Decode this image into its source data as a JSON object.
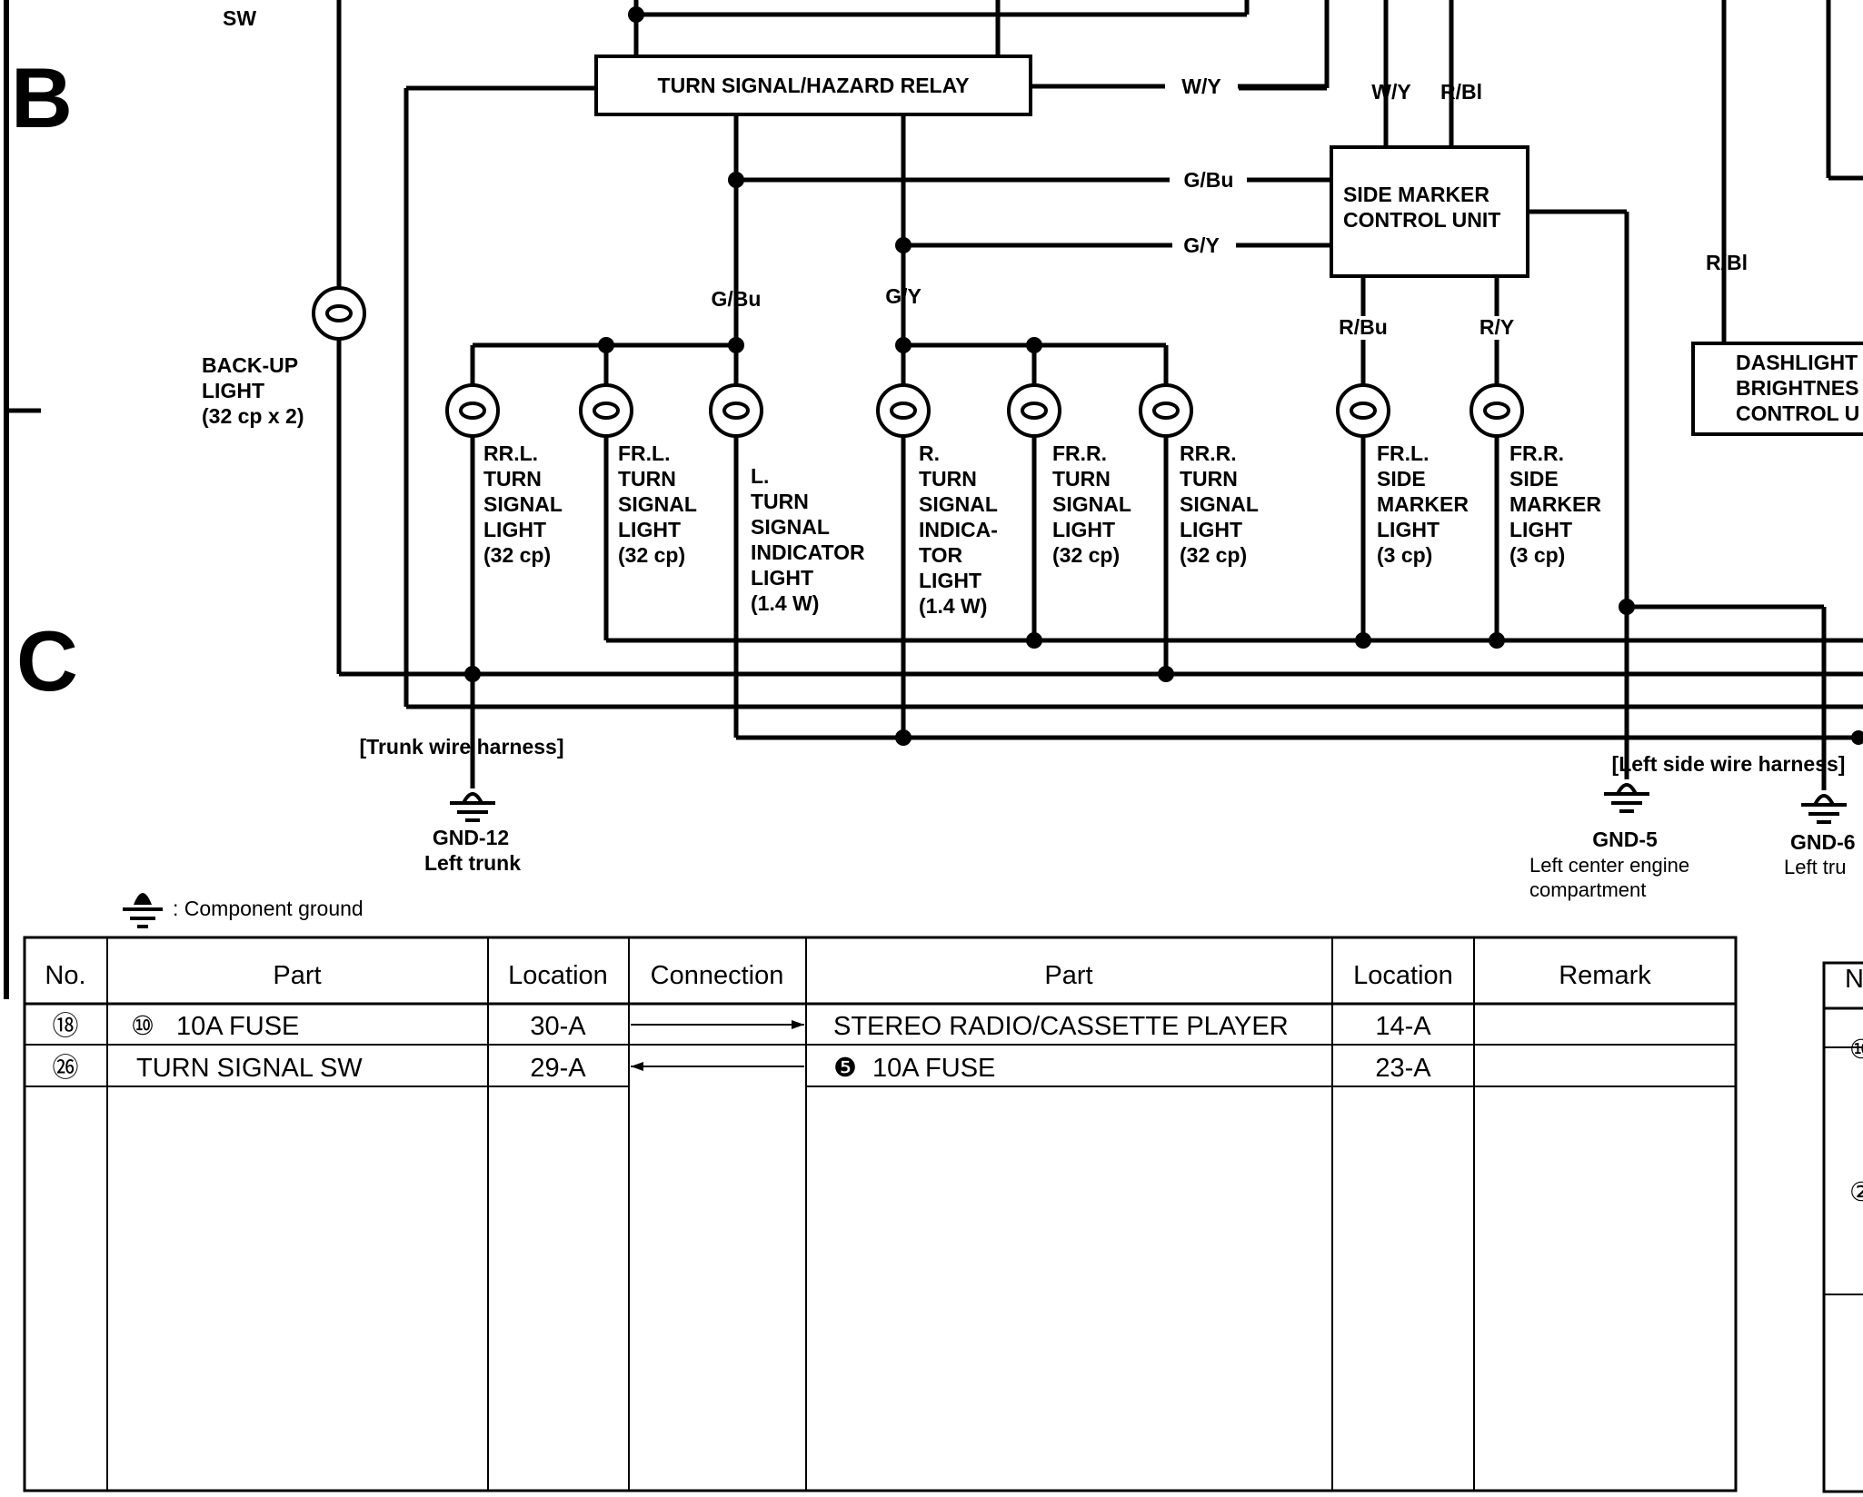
{
  "section_letters": [
    "B",
    "C"
  ],
  "switch_label": "SW",
  "relay": {
    "label": "TURN SIGNAL/HAZARD RELAY"
  },
  "side_marker_unit": {
    "lines": [
      "SIDE MARKER",
      "CONTROL UNIT"
    ]
  },
  "dashlight_unit": {
    "lines": [
      "DASHLIGHT",
      "BRIGHTNES",
      "CONTROL U"
    ]
  },
  "wire_codes": {
    "w_y_relay": "W/Y",
    "w_y_top": "W/Y",
    "r_bl_top": "R/Bl",
    "g_bu_h": "G/Bu",
    "g_y_h": "G/Y",
    "g_bu_v": "G/Bu",
    "g_y_v": "G/Y",
    "r_bu": "R/Bu",
    "r_y": "R/Y",
    "r_bl_dash": "R/Bl"
  },
  "backup_light": {
    "lines": [
      "BACK-UP",
      "LIGHT",
      "(32 cp x 2)"
    ]
  },
  "lamps": [
    {
      "lines": [
        "RR.L.",
        "TURN",
        "SIGNAL",
        "LIGHT",
        "(32 cp)"
      ]
    },
    {
      "lines": [
        "FR.L.",
        "TURN",
        "SIGNAL",
        "LIGHT",
        "(32 cp)"
      ]
    },
    {
      "lines": [
        "L.",
        "TURN",
        "SIGNAL",
        "INDICATOR",
        "LIGHT",
        "(1.4 W)"
      ]
    },
    {
      "lines": [
        "R.",
        "TURN",
        "SIGNAL",
        "INDICA-",
        "TOR",
        "LIGHT",
        "(1.4 W)"
      ]
    },
    {
      "lines": [
        "FR.R.",
        "TURN",
        "SIGNAL",
        "LIGHT",
        "(32 cp)"
      ]
    },
    {
      "lines": [
        "RR.R.",
        "TURN",
        "SIGNAL",
        "LIGHT",
        "(32 cp)"
      ]
    },
    {
      "lines": [
        "FR.L.",
        "SIDE",
        "MARKER",
        "LIGHT",
        "(3 cp)"
      ]
    },
    {
      "lines": [
        "FR.R.",
        "SIDE",
        "MARKER",
        "LIGHT",
        "(3 cp)"
      ]
    }
  ],
  "harness": {
    "trunk": "[Trunk wire harness]",
    "left_side": "[Left side wire harness]"
  },
  "grounds": [
    {
      "id": "GND-12",
      "location": "Left trunk"
    },
    {
      "id": "GND-5",
      "location": "Left center engine",
      "location2": "compartment"
    },
    {
      "id": "GND-6",
      "location": "Left tru"
    }
  ],
  "legend": {
    "component_ground": ": Component ground"
  },
  "table": {
    "headers": [
      "No.",
      "Part",
      "Location",
      "Connection",
      "Part",
      "Location",
      "Remark"
    ],
    "rows": [
      {
        "no": "⑱",
        "part_icon": "⑩",
        "part": "10A FUSE",
        "location": "30-A",
        "direction": "right",
        "part2_icon": "",
        "part2": "STEREO RADIO/CASSETTE PLAYER",
        "location2": "14-A",
        "remark": ""
      },
      {
        "no": "㉖",
        "part_icon": "",
        "part": "TURN SIGNAL SW",
        "location": "29-A",
        "direction": "left",
        "part2_icon": "❺",
        "part2": "10A FUSE",
        "location2": "23-A",
        "remark": ""
      }
    ]
  },
  "right_table": {
    "header": "N",
    "rows": [
      "⑩",
      "②"
    ]
  }
}
